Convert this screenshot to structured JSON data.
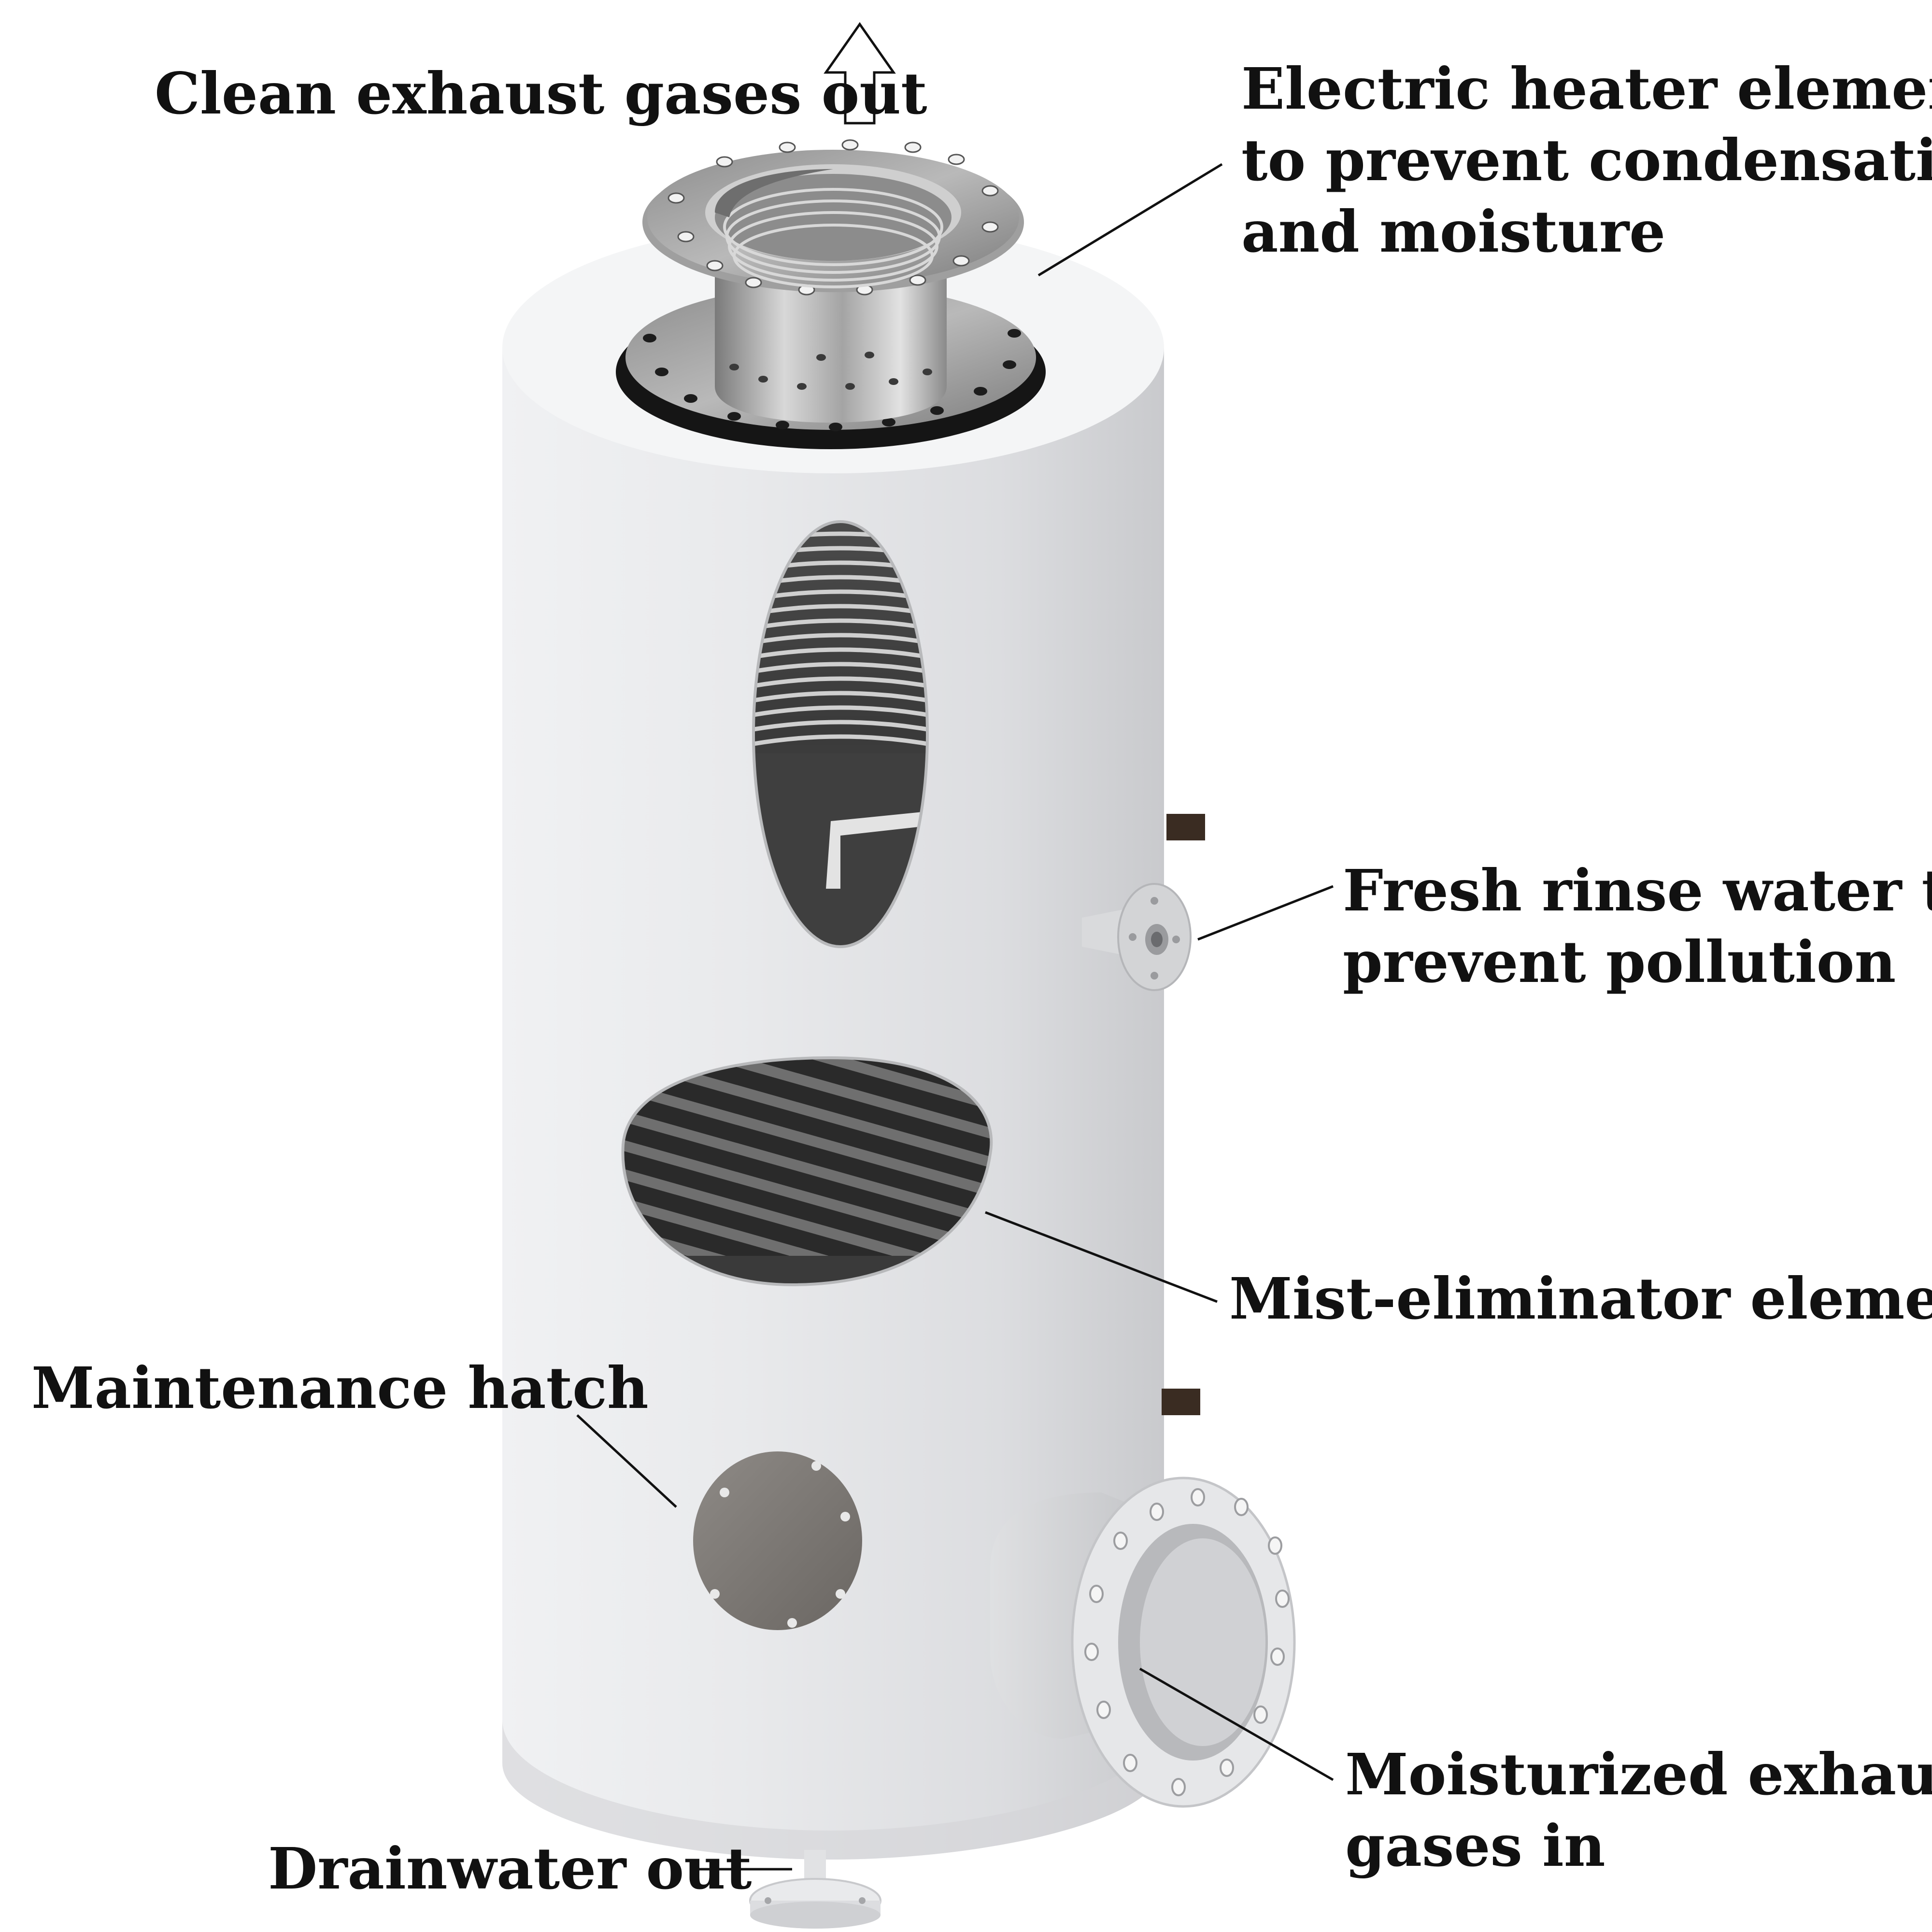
{
  "labels": {
    "clean_exhaust_out": "Clean exhaust gases out",
    "heater_line1": "Electric heater element",
    "heater_line2": "to prevent condensation",
    "heater_line3": "and moisture",
    "rinse_line1": "Fresh rinse water to",
    "rinse_line2": "prevent pollution",
    "mist_eliminator": "Mist-eliminator element",
    "maintenance_hatch": "Maintenance hatch",
    "exhaust_in_line1": "Moisturized exhaust",
    "exhaust_in_line2": "gases in",
    "drainwater_out": "Drainwater out"
  },
  "icons": {
    "outflow_arrow": "up-arrow-icon"
  },
  "colors": {
    "vessel_body": "#e6e7e9",
    "steel": "#9a9a9a",
    "window_dark": "#3b3b3b",
    "text": "#111111"
  }
}
